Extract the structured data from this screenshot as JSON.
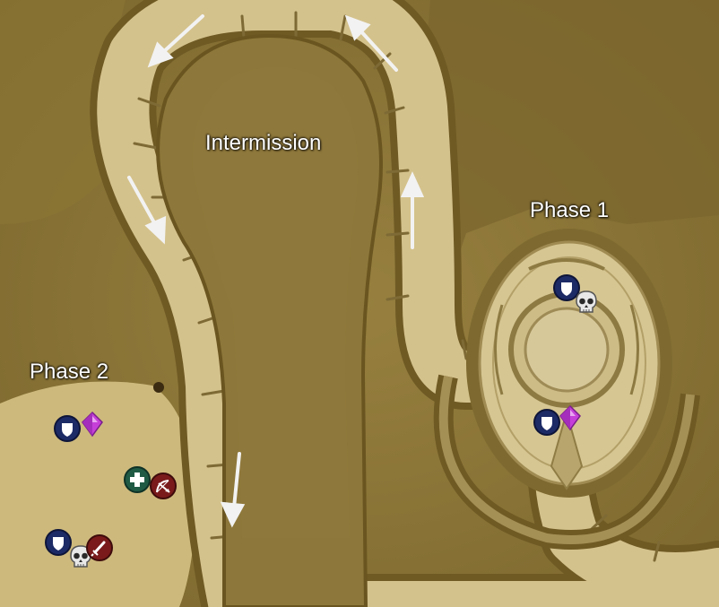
{
  "map": {
    "labels": {
      "intermission": "Intermission",
      "phase1": "Phase 1",
      "phase2": "Phase 2"
    },
    "colors": {
      "background": "#8a7436",
      "floor_light": "#d9c995",
      "wall_dark": "#6f5a24",
      "arrow": "#f2f2f2",
      "tank_icon": "#1c2a66",
      "healer_icon": "#1f5a45",
      "dps_icon": "#7a1a1a",
      "crystal": "#c63fd9",
      "skull": "#e8e8e8"
    },
    "arrows": [
      {
        "name": "path-arrow-top-left",
        "direction": "down-left"
      },
      {
        "name": "path-arrow-top-right",
        "direction": "up-left"
      },
      {
        "name": "path-arrow-left-upper",
        "direction": "down-right"
      },
      {
        "name": "path-arrow-right",
        "direction": "up"
      },
      {
        "name": "path-arrow-bottom",
        "direction": "down"
      }
    ],
    "markers": {
      "phase1": [
        "tank-icon",
        "skull-icon",
        "tank-icon",
        "crystal-icon"
      ],
      "phase2": [
        "tank-icon",
        "crystal-icon",
        "healer-icon",
        "ranged-dps-icon",
        "tank-icon",
        "skull-icon",
        "melee-dps-icon"
      ]
    }
  }
}
